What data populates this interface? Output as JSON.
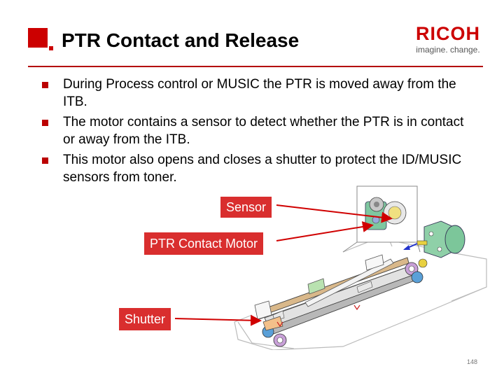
{
  "slide": {
    "title": "PTR Contact and Release",
    "logo": {
      "brand": "RICOH",
      "tagline": "imagine. change."
    },
    "bullets": [
      "During Process control or MUSIC the PTR is moved away from the ITB.",
      "The motor contains a sensor to detect whether the PTR is in contact or away from the ITB.",
      "This motor also opens and closes a shutter to protect the ID/MUSIC sensors from toner."
    ],
    "callouts": {
      "sensor": "Sensor",
      "motor": "PTR Contact Motor",
      "shutter": "Shutter"
    },
    "page_number": "148"
  },
  "colors": {
    "accent": "#cc0000",
    "callout_bg": "#d92e2e",
    "arrow": "#d00000"
  }
}
